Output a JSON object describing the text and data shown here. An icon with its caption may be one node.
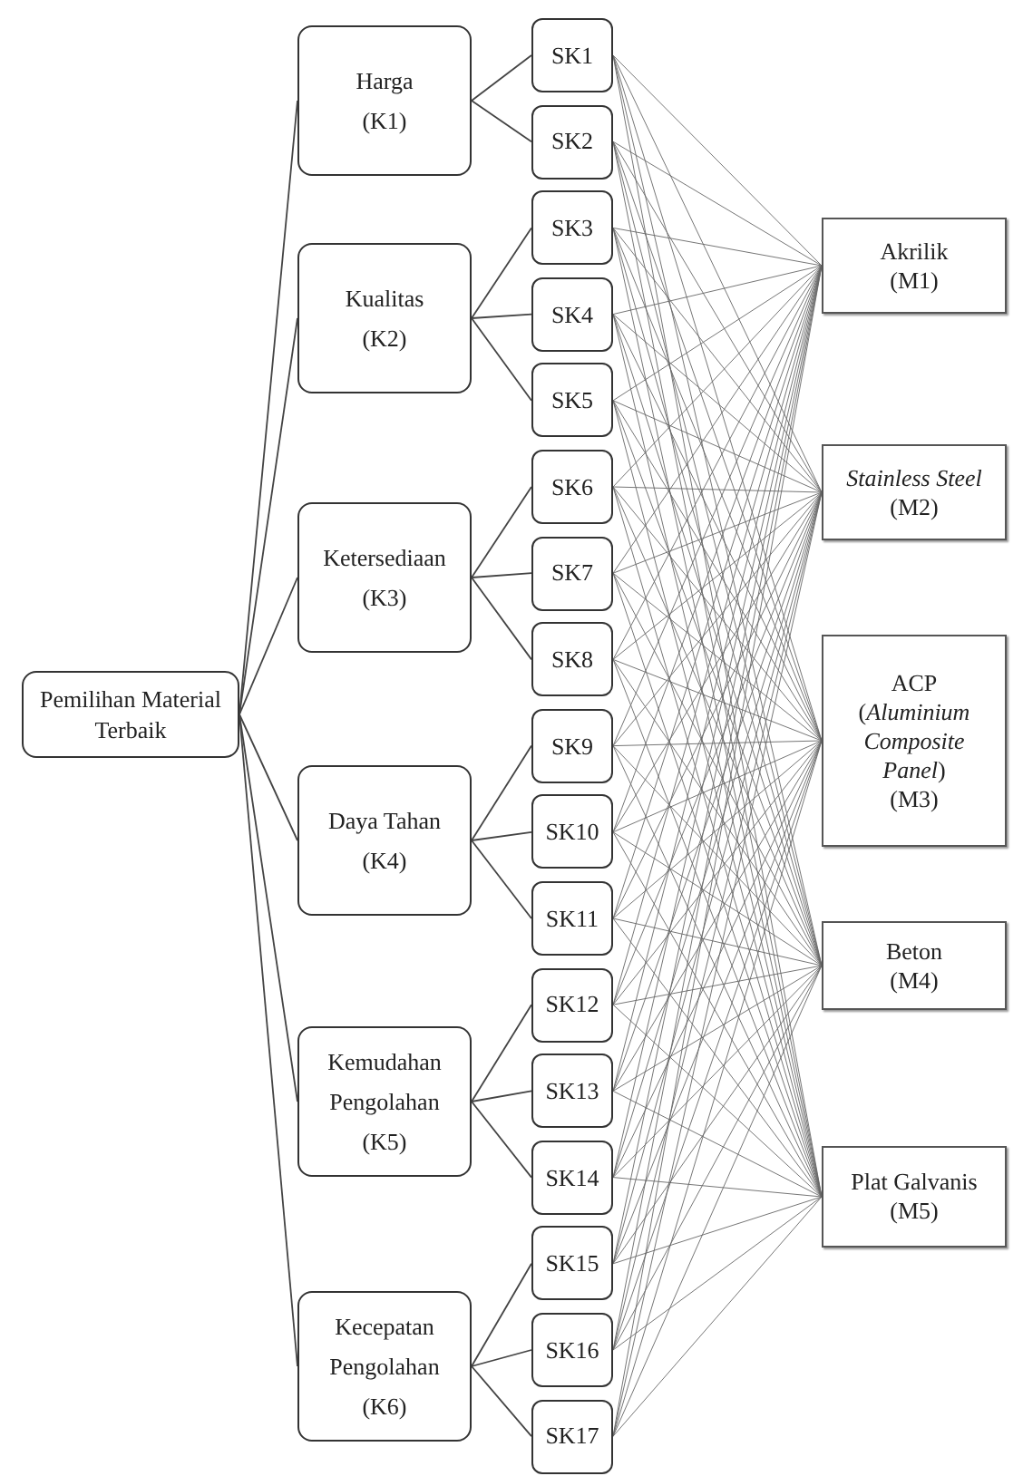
{
  "diagram": {
    "nodes": [
      {
        "text": [
          "Pemilihan Material Terbaik"
        ]
      },
      {
        "text": [
          "Harga",
          "(K1)"
        ]
      },
      {
        "text": [
          "Kualitas",
          "(K2)"
        ]
      },
      {
        "text": [
          "Ketersediaan",
          "(K3)"
        ]
      },
      {
        "text": [
          "Daya Tahan",
          "(K4)"
        ]
      },
      {
        "text": [
          "Kemudahan Pengolahan",
          "(K5)"
        ]
      },
      {
        "text": [
          "Kecepatan Pengolahan",
          "(K6)"
        ]
      },
      {
        "text": [
          "SK1"
        ]
      },
      {
        "text": [
          "SK2"
        ]
      },
      {
        "text": [
          "SK3"
        ]
      },
      {
        "text": [
          "SK4"
        ]
      },
      {
        "text": [
          "SK5"
        ]
      },
      {
        "text": [
          "SK6"
        ]
      },
      {
        "text": [
          "SK7"
        ]
      },
      {
        "text": [
          "SK8"
        ]
      },
      {
        "text": [
          "SK9"
        ]
      },
      {
        "text": [
          "SK10"
        ]
      },
      {
        "text": [
          "SK11"
        ]
      },
      {
        "text": [
          "SK12"
        ]
      },
      {
        "text": [
          "SK13"
        ]
      },
      {
        "text": [
          "SK14"
        ]
      },
      {
        "text": [
          "SK15"
        ]
      },
      {
        "text": [
          "SK16"
        ]
      },
      {
        "text": [
          "SK17"
        ]
      },
      {
        "text": [
          "Akrilik",
          "(M1)"
        ]
      },
      {
        "text": [
          "*Stainless Steel*",
          "(M2)"
        ]
      },
      {
        "text": [
          "ACP",
          "(*Aluminium Composite Panel*)",
          "(M3)"
        ]
      },
      {
        "text": [
          "Beton",
          "(M4)"
        ]
      },
      {
        "text": [
          "Plat Galvanis",
          "(M5)"
        ]
      }
    ],
    "edges": [
      {
        "from": 0,
        "to": 1,
        "arrow": "none"
      },
      {
        "from": 0,
        "to": 2,
        "arrow": "none"
      },
      {
        "from": 0,
        "to": 3,
        "arrow": "none"
      },
      {
        "from": 0,
        "to": 4,
        "arrow": "none"
      },
      {
        "from": 0,
        "to": 5,
        "arrow": "none"
      },
      {
        "from": 0,
        "to": 6,
        "arrow": "none"
      },
      {
        "from": 1,
        "to": 7,
        "arrow": "none"
      },
      {
        "from": 1,
        "to": 8,
        "arrow": "none"
      },
      {
        "from": 2,
        "to": 9,
        "arrow": "none"
      },
      {
        "from": 2,
        "to": 10,
        "arrow": "none"
      },
      {
        "from": 2,
        "to": 11,
        "arrow": "none"
      },
      {
        "from": 3,
        "to": 12,
        "arrow": "none"
      },
      {
        "from": 3,
        "to": 13,
        "arrow": "none"
      },
      {
        "from": 3,
        "to": 14,
        "arrow": "none"
      },
      {
        "from": 4,
        "to": 15,
        "arrow": "none"
      },
      {
        "from": 4,
        "to": 16,
        "arrow": "none"
      },
      {
        "from": 4,
        "to": 17,
        "arrow": "none"
      },
      {
        "from": 5,
        "to": 18,
        "arrow": "none"
      },
      {
        "from": 5,
        "to": 19,
        "arrow": "none"
      },
      {
        "from": 5,
        "to": 20,
        "arrow": "none"
      },
      {
        "from": 6,
        "to": 21,
        "arrow": "none"
      },
      {
        "from": 6,
        "to": 22,
        "arrow": "none"
      },
      {
        "from": 6,
        "to": 23,
        "arrow": "none"
      },
      {
        "from": 7,
        "to": 24,
        "arrow": "none"
      },
      {
        "from": 7,
        "to": 25,
        "arrow": "none"
      },
      {
        "from": 7,
        "to": 26,
        "arrow": "none"
      },
      {
        "from": 7,
        "to": 27,
        "arrow": "none"
      },
      {
        "from": 7,
        "to": 28,
        "arrow": "none"
      },
      {
        "from": 8,
        "to": 24,
        "arrow": "none"
      },
      {
        "from": 8,
        "to": 25,
        "arrow": "none"
      },
      {
        "from": 8,
        "to": 26,
        "arrow": "none"
      },
      {
        "from": 8,
        "to": 27,
        "arrow": "none"
      },
      {
        "from": 8,
        "to": 28,
        "arrow": "none"
      },
      {
        "from": 9,
        "to": 24,
        "arrow": "none"
      },
      {
        "from": 9,
        "to": 25,
        "arrow": "none"
      },
      {
        "from": 9,
        "to": 26,
        "arrow": "none"
      },
      {
        "from": 9,
        "to": 27,
        "arrow": "none"
      },
      {
        "from": 9,
        "to": 28,
        "arrow": "none"
      },
      {
        "from": 10,
        "to": 24,
        "arrow": "none"
      },
      {
        "from": 10,
        "to": 25,
        "arrow": "none"
      },
      {
        "from": 10,
        "to": 26,
        "arrow": "none"
      },
      {
        "from": 10,
        "to": 27,
        "arrow": "none"
      },
      {
        "from": 10,
        "to": 28,
        "arrow": "none"
      },
      {
        "from": 11,
        "to": 24,
        "arrow": "none"
      },
      {
        "from": 11,
        "to": 25,
        "arrow": "none"
      },
      {
        "from": 11,
        "to": 26,
        "arrow": "none"
      },
      {
        "from": 11,
        "to": 27,
        "arrow": "none"
      },
      {
        "from": 11,
        "to": 28,
        "arrow": "none"
      },
      {
        "from": 12,
        "to": 24,
        "arrow": "none"
      },
      {
        "from": 12,
        "to": 25,
        "arrow": "none"
      },
      {
        "from": 12,
        "to": 26,
        "arrow": "none"
      },
      {
        "from": 12,
        "to": 27,
        "arrow": "none"
      },
      {
        "from": 12,
        "to": 28,
        "arrow": "none"
      },
      {
        "from": 13,
        "to": 24,
        "arrow": "none"
      },
      {
        "from": 13,
        "to": 25,
        "arrow": "none"
      },
      {
        "from": 13,
        "to": 26,
        "arrow": "none"
      },
      {
        "from": 13,
        "to": 27,
        "arrow": "none"
      },
      {
        "from": 13,
        "to": 28,
        "arrow": "none"
      },
      {
        "from": 14,
        "to": 24,
        "arrow": "none"
      },
      {
        "from": 14,
        "to": 25,
        "arrow": "none"
      },
      {
        "from": 14,
        "to": 26,
        "arrow": "none"
      },
      {
        "from": 14,
        "to": 27,
        "arrow": "none"
      },
      {
        "from": 14,
        "to": 28,
        "arrow": "none"
      },
      {
        "from": 15,
        "to": 24,
        "arrow": "none"
      },
      {
        "from": 15,
        "to": 25,
        "arrow": "none"
      },
      {
        "from": 15,
        "to": 26,
        "arrow": "none"
      },
      {
        "from": 15,
        "to": 27,
        "arrow": "none"
      },
      {
        "from": 15,
        "to": 28,
        "arrow": "none"
      },
      {
        "from": 16,
        "to": 24,
        "arrow": "none"
      },
      {
        "from": 16,
        "to": 25,
        "arrow": "none"
      },
      {
        "from": 16,
        "to": 26,
        "arrow": "none"
      },
      {
        "from": 16,
        "to": 27,
        "arrow": "none"
      },
      {
        "from": 16,
        "to": 28,
        "arrow": "none"
      },
      {
        "from": 17,
        "to": 24,
        "arrow": "none"
      },
      {
        "from": 17,
        "to": 25,
        "arrow": "none"
      },
      {
        "from": 17,
        "to": 26,
        "arrow": "none"
      },
      {
        "from": 17,
        "to": 27,
        "arrow": "none"
      },
      {
        "from": 17,
        "to": 28,
        "arrow": "none"
      },
      {
        "from": 18,
        "to": 24,
        "arrow": "none"
      },
      {
        "from": 18,
        "to": 25,
        "arrow": "none"
      },
      {
        "from": 18,
        "to": 26,
        "arrow": "none"
      },
      {
        "from": 18,
        "to": 27,
        "arrow": "none"
      },
      {
        "from": 18,
        "to": 28,
        "arrow": "none"
      },
      {
        "from": 19,
        "to": 24,
        "arrow": "none"
      },
      {
        "from": 19,
        "to": 25,
        "arrow": "none"
      },
      {
        "from": 19,
        "to": 26,
        "arrow": "none"
      },
      {
        "from": 19,
        "to": 27,
        "arrow": "none"
      },
      {
        "from": 19,
        "to": 28,
        "arrow": "none"
      },
      {
        "from": 20,
        "to": 24,
        "arrow": "none"
      },
      {
        "from": 20,
        "to": 25,
        "arrow": "none"
      },
      {
        "from": 20,
        "to": 26,
        "arrow": "none"
      },
      {
        "from": 20,
        "to": 27,
        "arrow": "none"
      },
      {
        "from": 20,
        "to": 28,
        "arrow": "none"
      },
      {
        "from": 21,
        "to": 24,
        "arrow": "none"
      },
      {
        "from": 21,
        "to": 25,
        "arrow": "none"
      },
      {
        "from": 21,
        "to": 26,
        "arrow": "none"
      },
      {
        "from": 21,
        "to": 27,
        "arrow": "none"
      },
      {
        "from": 21,
        "to": 28,
        "arrow": "none"
      },
      {
        "from": 22,
        "to": 24,
        "arrow": "none"
      },
      {
        "from": 22,
        "to": 25,
        "arrow": "none"
      },
      {
        "from": 22,
        "to": 26,
        "arrow": "none"
      },
      {
        "from": 22,
        "to": 27,
        "arrow": "none"
      },
      {
        "from": 22,
        "to": 28,
        "arrow": "none"
      },
      {
        "from": 23,
        "to": 24,
        "arrow": "none"
      },
      {
        "from": 23,
        "to": 25,
        "arrow": "none"
      },
      {
        "from": 23,
        "to": 26,
        "arrow": "none"
      },
      {
        "from": 23,
        "to": 27,
        "arrow": "none"
      },
      {
        "from": 23,
        "to": 28,
        "arrow": "none"
      }
    ]
  }
}
